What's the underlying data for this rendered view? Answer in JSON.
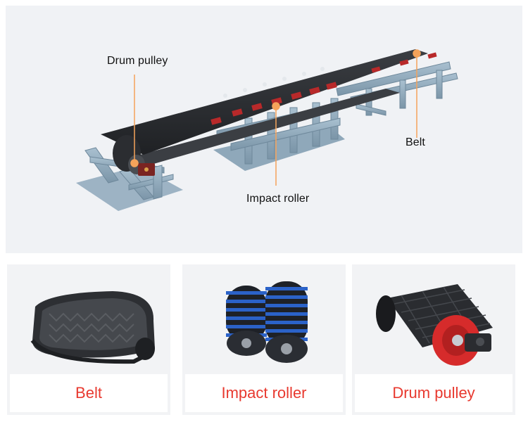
{
  "hero": {
    "callouts": {
      "drum_pulley": "Drum pulley",
      "impact_roller": "Impact roller",
      "belt": "Belt"
    }
  },
  "products": [
    {
      "label": "Belt",
      "icon": "belt-roll-icon"
    },
    {
      "label": "Impact roller",
      "icon": "impact-roller-icon"
    },
    {
      "label": "Drum pulley",
      "icon": "drum-pulley-icon"
    }
  ],
  "colors": {
    "label_red": "#e8392f",
    "leader_orange": "#f5a35a",
    "frame_blue": "#8aa5b8",
    "belt_black": "#2a2c30",
    "roller_red": "#b8292a",
    "roller_blue": "#2b62c8"
  }
}
